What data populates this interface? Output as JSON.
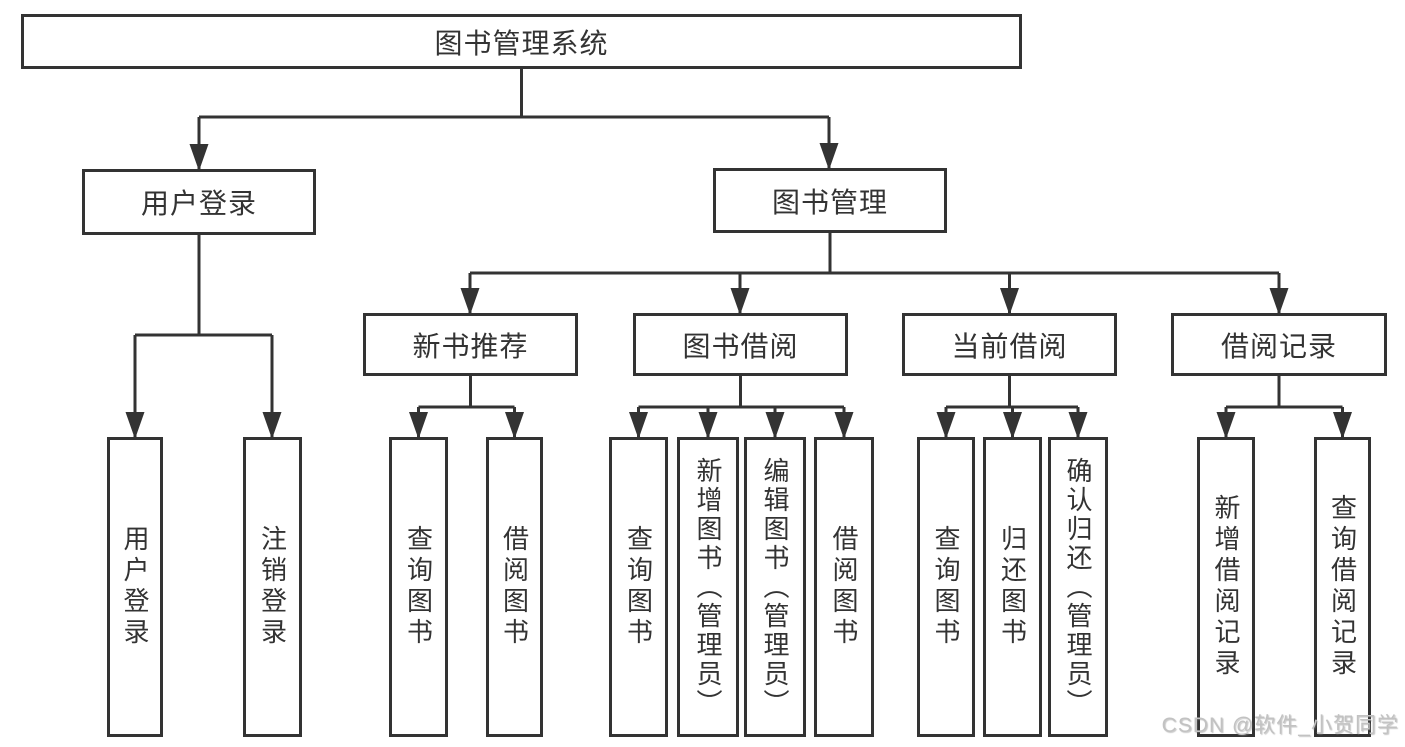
{
  "diagram": {
    "type": "hierarchy-tree",
    "background": "#ffffff",
    "line_color": "#333333",
    "text_color": "#333333",
    "watermark": {
      "text": "CSDN @软件_小贺同学",
      "color": "#c2c2c2"
    },
    "tree": {
      "label": "图书管理系统",
      "children": [
        {
          "label": "用户登录",
          "children": [
            {
              "label": "用户登录"
            },
            {
              "label": "注销登录"
            }
          ]
        },
        {
          "label": "图书管理",
          "children": [
            {
              "label": "新书推荐",
              "children": [
                {
                  "label": "查询图书"
                },
                {
                  "label": "借阅图书"
                }
              ]
            },
            {
              "label": "图书借阅",
              "children": [
                {
                  "label": "查询图书"
                },
                {
                  "label": "新增图书（管理员）"
                },
                {
                  "label": "编辑图书（管理员）"
                },
                {
                  "label": "借阅图书"
                }
              ]
            },
            {
              "label": "当前借阅",
              "children": [
                {
                  "label": "查询图书"
                },
                {
                  "label": "归还图书"
                },
                {
                  "label": "确认归还（管理员）"
                }
              ]
            },
            {
              "label": "借阅记录",
              "children": [
                {
                  "label": "新增借阅记录"
                },
                {
                  "label": "查询借阅记录"
                }
              ]
            }
          ]
        }
      ]
    }
  }
}
